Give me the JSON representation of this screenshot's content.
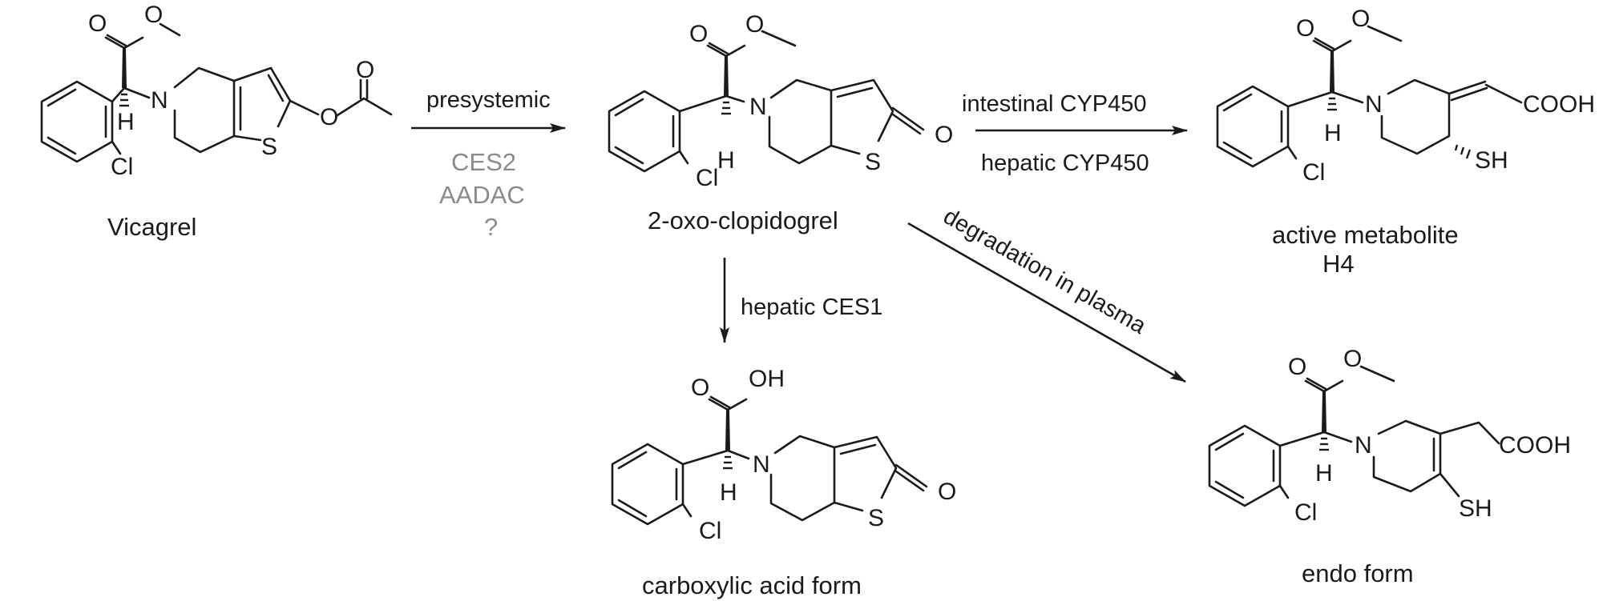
{
  "compounds": {
    "vicagrel": {
      "name": "Vicagrel"
    },
    "oxo": {
      "name": "2-oxo-clopidogrel"
    },
    "active": {
      "name": "active metabolite",
      "sub": "H4"
    },
    "acid": {
      "name": "carboxylic acid form"
    },
    "endo": {
      "name": "endo form"
    }
  },
  "atoms": {
    "O": "O",
    "N": "N",
    "H": "H",
    "S": "S",
    "Cl": "Cl",
    "OH": "OH",
    "SH": "SH",
    "COOH": "COOH"
  },
  "arrows": {
    "presystemic": {
      "label": "presystemic",
      "enzymes": [
        "CES2",
        "AADAC",
        "?"
      ]
    },
    "cyp": {
      "label_top": "intestinal CYP450",
      "label_bottom": "hepatic CYP450"
    },
    "ces1": {
      "label": "hepatic CES1"
    },
    "degradation": {
      "label": "degradation in plasma"
    }
  },
  "colors": {
    "ink": "#1a1a1a",
    "enzyme_grey": "#8a8a8a",
    "background": "#ffffff"
  }
}
